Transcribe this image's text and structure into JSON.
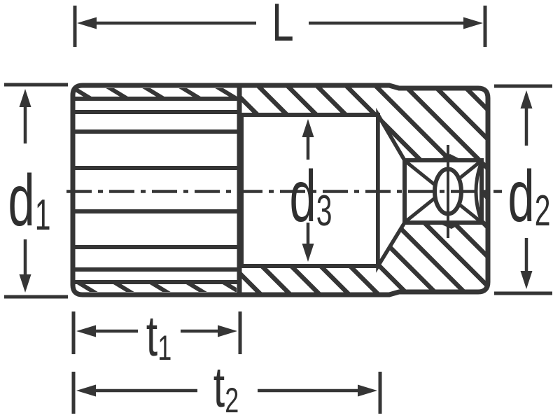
{
  "drawing": {
    "kind": "socket-cross-section-dimension-diagram",
    "labels": {
      "L": {
        "base": "L",
        "sub": ""
      },
      "d1": {
        "base": "d",
        "sub": "1"
      },
      "d2": {
        "base": "d",
        "sub": "2"
      },
      "d3": {
        "base": "d",
        "sub": "3"
      },
      "t1": {
        "base": "t",
        "sub": "1"
      },
      "t2": {
        "base": "t",
        "sub": "2"
      }
    },
    "colors": {
      "ink": "#353535",
      "background": "#ffffff"
    }
  }
}
